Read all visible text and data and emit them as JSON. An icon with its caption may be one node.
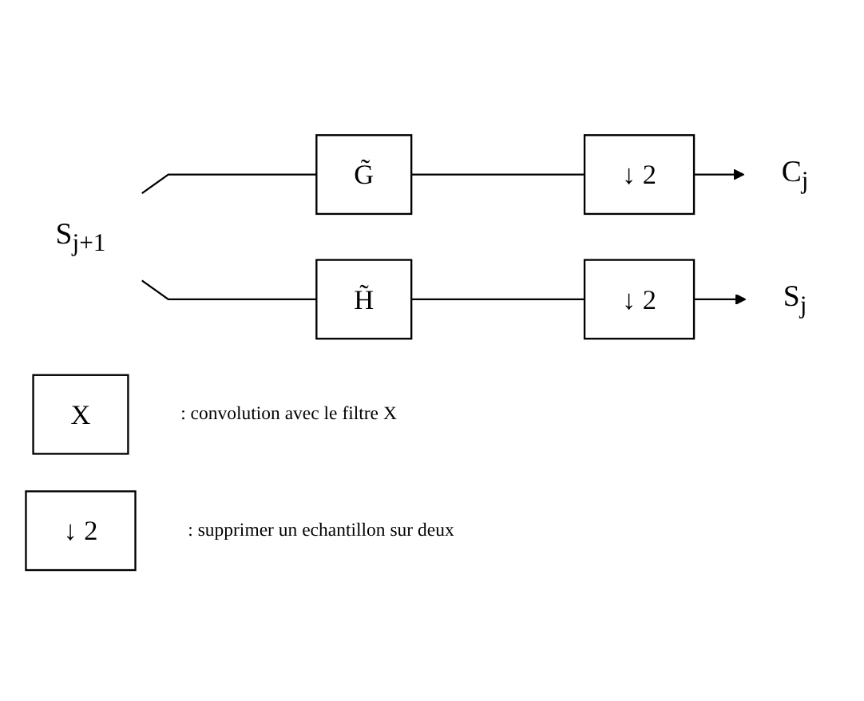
{
  "diagram": {
    "nodes": [
      {
        "text": [
          "S$_{j+1}$"
        ]
      },
      {
        "text": [
          "G̃"
        ]
      },
      {
        "text": [
          "↓ 2"
        ]
      },
      {
        "text": [
          "C$_{j}$"
        ]
      },
      {
        "text": [
          "H̃"
        ]
      },
      {
        "text": [
          "↓ 2"
        ]
      },
      {
        "text": [
          "S$_{j}$"
        ]
      },
      {
        "text": [
          "X"
        ],
        "beside": [
          ": convolution avec le filtre X"
        ]
      },
      {
        "text": [
          "↓ 2"
        ],
        "beside": [
          ": supprimer un echantillon sur deux"
        ]
      }
    ],
    "edges": [
      {
        "from": 0,
        "to": 1,
        "arrow": "none"
      },
      {
        "from": 0,
        "to": 4,
        "arrow": "none"
      },
      {
        "from": 1,
        "to": 2,
        "arrow": "none"
      },
      {
        "from": 2,
        "to": 3,
        "arrow": "to"
      },
      {
        "from": 4,
        "to": 5,
        "arrow": "none"
      },
      {
        "from": 5,
        "to": 6,
        "arrow": "to"
      }
    ]
  }
}
